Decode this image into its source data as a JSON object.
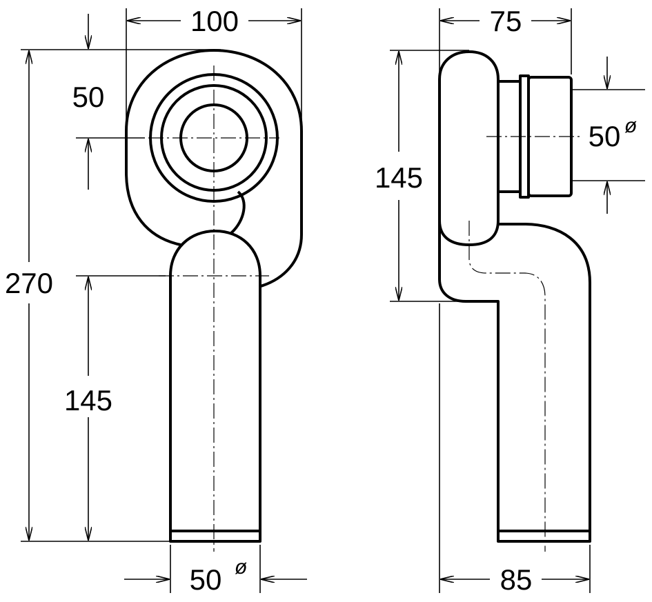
{
  "drawing": {
    "front_view": {
      "width_top": "100",
      "inlet_offset": "50",
      "total_height": "270",
      "outlet_height": "145",
      "outlet_diameter": "50",
      "diameter_symbol": "ø"
    },
    "side_view": {
      "depth_top": "75",
      "inlet_height": "145",
      "inlet_diameter": "50",
      "diameter_symbol": "ø",
      "depth_bottom": "85"
    }
  }
}
